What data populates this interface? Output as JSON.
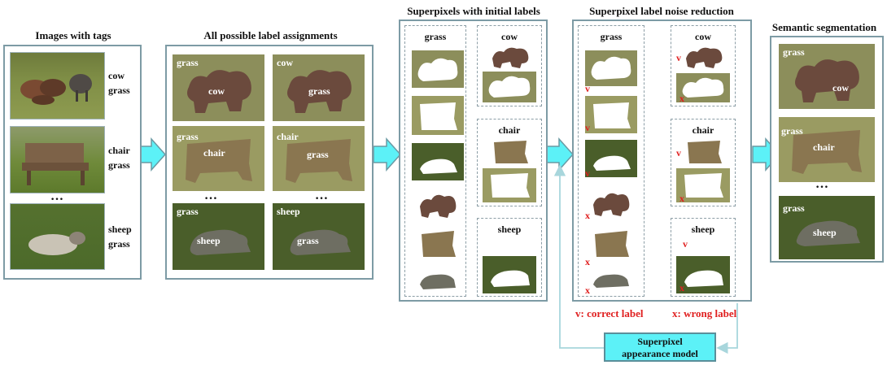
{
  "stages": {
    "s1": "Images with tags",
    "s2": "All possible label assignments",
    "s3": "Superpixels with initial labels",
    "s4": "Superpixel label noise reduction",
    "s5": "Semantic segmentation"
  },
  "input_images": [
    {
      "tag1": "cow",
      "tag2": "grass"
    },
    {
      "tag1": "chair",
      "tag2": "grass"
    },
    {
      "tag1": "sheep",
      "tag2": "grass"
    }
  ],
  "ellipsis": "…",
  "assignments": [
    {
      "a": {
        "bg": "grass",
        "fg": "cow"
      },
      "b": {
        "bg": "cow",
        "fg": "grass"
      }
    },
    {
      "a": {
        "bg": "grass",
        "fg": "chair"
      },
      "b": {
        "bg": "chair",
        "fg": "grass"
      }
    },
    {
      "a": {
        "bg": "grass",
        "fg": "sheep"
      },
      "b": {
        "bg": "sheep",
        "fg": "grass"
      }
    }
  ],
  "groups": {
    "grass": "grass",
    "cow": "cow",
    "chair": "chair",
    "sheep": "sheep"
  },
  "marks": {
    "correct": "v",
    "wrong": "x"
  },
  "legend": {
    "correct": "v: correct label",
    "wrong": "x: wrong label"
  },
  "model": {
    "line1": "Superpixel",
    "line2": "appearance model"
  },
  "results": [
    {
      "bg": "grass",
      "fg": "cow"
    },
    {
      "bg": "grass",
      "fg": "chair"
    },
    {
      "bg": "grass",
      "fg": "sheep"
    }
  ],
  "colors": {
    "panel_border": "#7d9ba5",
    "arrow": "#5cf1f7",
    "cow_bg": "#8c8e5b",
    "cow_fg": "#6b4a3d",
    "chair_bg": "#9a9b62",
    "chair_fg": "#8a7650",
    "sheep_bg": "#4a5e2a",
    "sheep_fg": "#6e6e62",
    "mark": "#e02020"
  }
}
